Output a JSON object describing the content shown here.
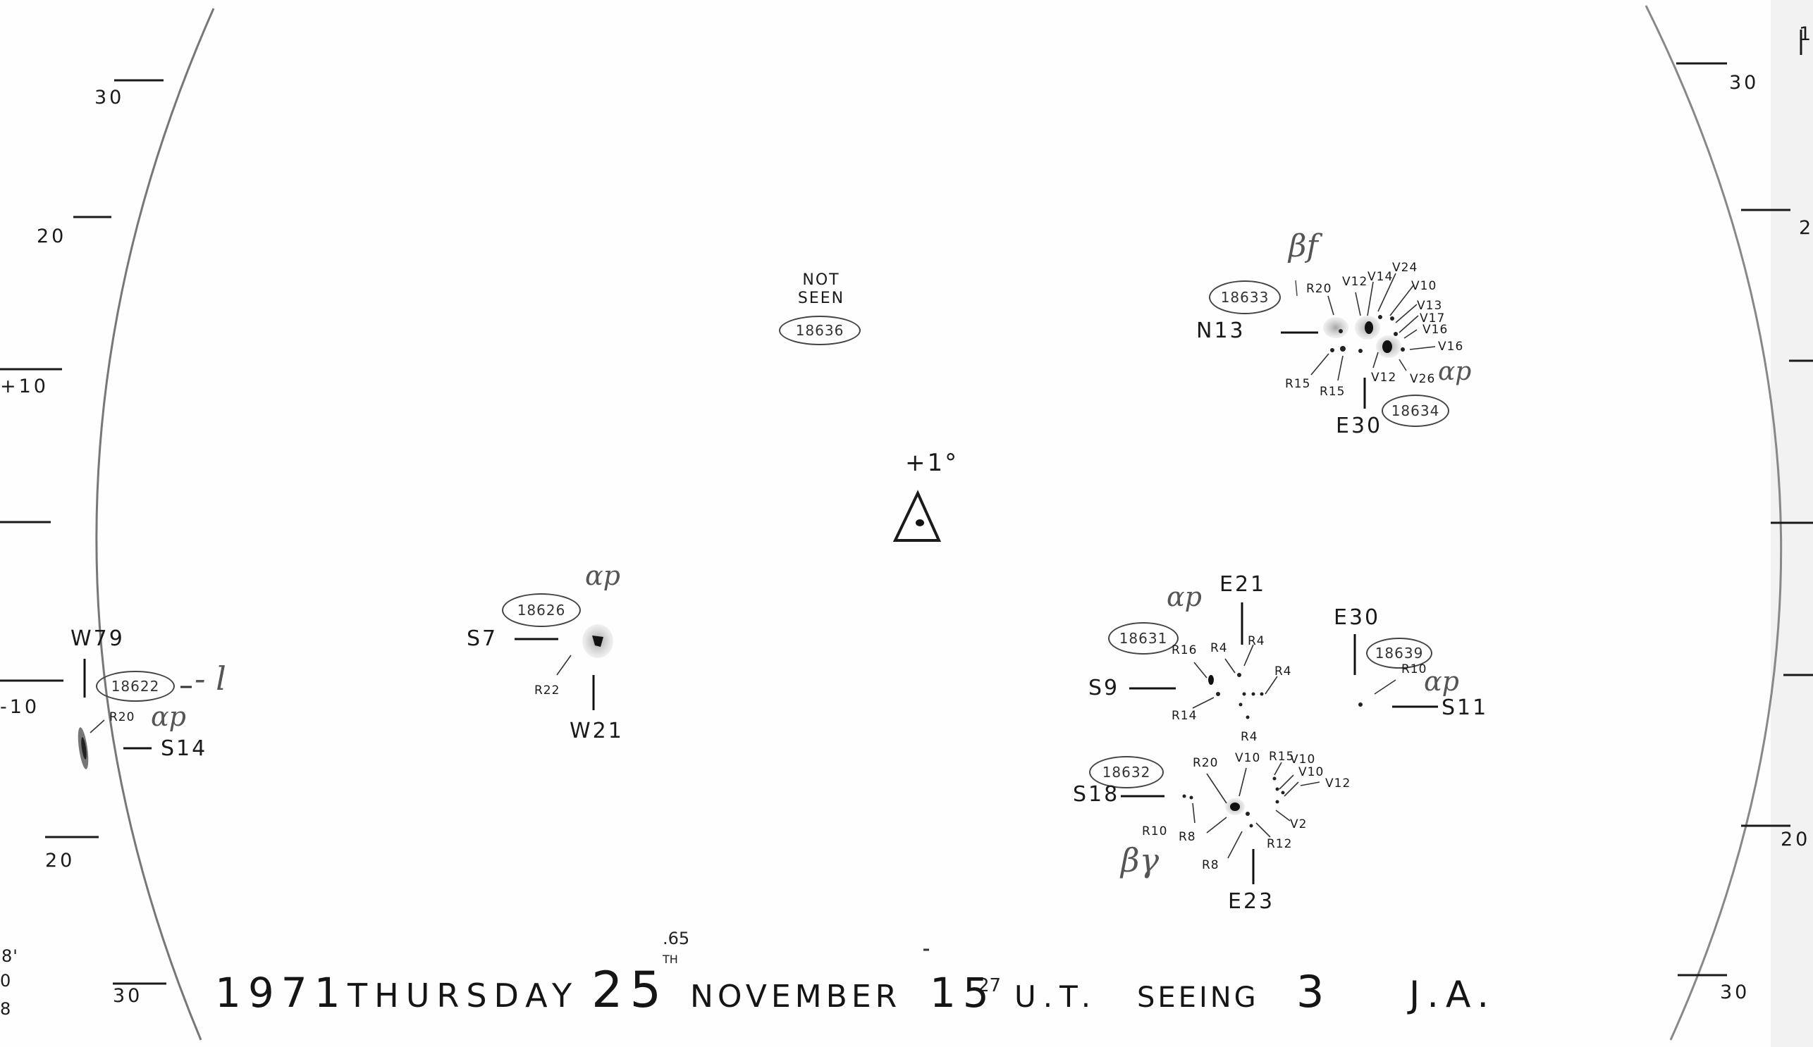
{
  "scale_labels": {
    "left": [
      "30",
      "20",
      "+10",
      "-10",
      "20",
      "30"
    ],
    "right": [
      "30",
      "30"
    ],
    "right_edge_partial": [
      "1",
      "2",
      "20"
    ]
  },
  "edge_fragments": [
    "8'",
    "0",
    "8"
  ],
  "center_mark": {
    "label": "+1°",
    "icon": "triangle-marker-icon"
  },
  "groups": {
    "g18636": {
      "note": "NOT SEEN",
      "region": "18636"
    },
    "g18633": {
      "region": "18633",
      "class": "βf",
      "pos": "N13",
      "labels": [
        "R20",
        "V12",
        "V14",
        "V24",
        "V10",
        "V13",
        "V17",
        "V16",
        "V16",
        "R15",
        "R15",
        "V12",
        "V26"
      ]
    },
    "g18634": {
      "region": "18634",
      "class": "αp",
      "pos": "E30"
    },
    "g18626": {
      "region": "18626",
      "class": "αp",
      "pos_y": "S7",
      "pos_x": "W21",
      "labels": [
        "R22"
      ]
    },
    "g18622": {
      "region": "18622",
      "suffix": "- l",
      "class": "αp",
      "pos_x": "W79",
      "pos_y": "S14",
      "labels": [
        "R20"
      ]
    },
    "g18631": {
      "region": "18631",
      "class": "αp",
      "pos_y": "S9",
      "pos_x": "E21",
      "labels": [
        "R16",
        "R4",
        "R4",
        "R4",
        "R14",
        "R4"
      ]
    },
    "g18639": {
      "region": "18639",
      "class": "αp",
      "pos_x": "E30",
      "pos_y": "S11",
      "labels": [
        "R10"
      ]
    },
    "g18632": {
      "region": "18632",
      "class": "βγ",
      "pos_y": "S18",
      "pos_x": "E23",
      "labels": [
        "R20",
        "V10",
        "R15",
        "V10",
        "V10",
        "V12",
        "R10",
        "R8",
        "R8",
        "R12",
        "V2"
      ]
    }
  },
  "caption": {
    "year": "1971",
    "weekday": "THURSDAY",
    "day": "25",
    "day_suffix": "TH",
    "day_decimal": ".65",
    "month": "NOVEMBER",
    "hour": "15",
    "minute": "27",
    "ut": "U.T.",
    "seeing_label": "SEEING",
    "seeing_value": "3",
    "observer": "J.A."
  },
  "colors": {
    "ink": "#1a1a1a",
    "spot_shade": "#9a9a9a",
    "paper": "#fefefe"
  }
}
